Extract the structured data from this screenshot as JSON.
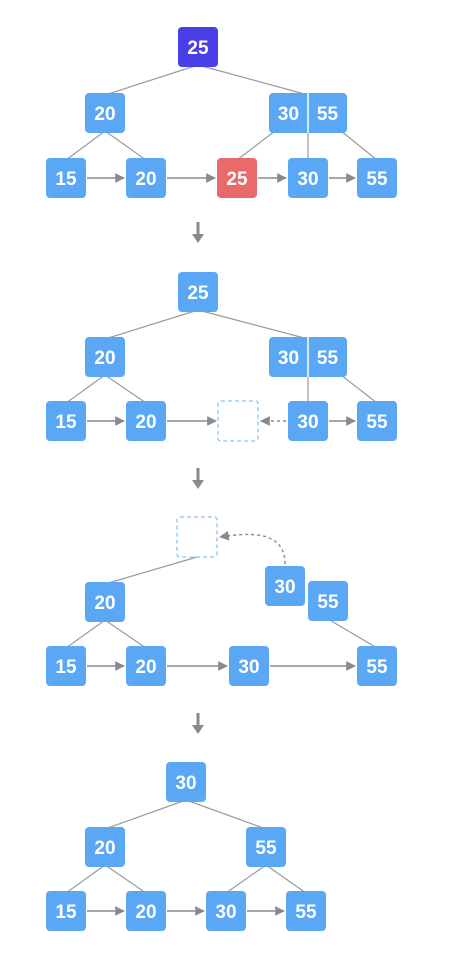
{
  "colors": {
    "node": "#5aa8f5",
    "node_root_highlight": "#4a3fe6",
    "node_delete_highlight": "#e86a6a",
    "edge": "#9a9a9a",
    "arrow": "#8a8a8a",
    "placeholder_border": "#8ec3f2",
    "divider": "#ffffff"
  },
  "icons": {
    "step_arrow": "down-arrow-icon",
    "dashed_arrow": "dashed-curved-arrow-icon"
  },
  "stages": [
    {
      "id": "stage-1",
      "nodes": [
        {
          "id": "s1-root",
          "keys": [
            "25"
          ],
          "style": "root-highlight"
        },
        {
          "id": "s1-left-internal",
          "keys": [
            "20"
          ]
        },
        {
          "id": "s1-right-internal",
          "keys": [
            "30",
            "55"
          ]
        },
        {
          "id": "s1-leaf-15",
          "keys": [
            "15"
          ]
        },
        {
          "id": "s1-leaf-20",
          "keys": [
            "20"
          ]
        },
        {
          "id": "s1-leaf-25",
          "keys": [
            "25"
          ],
          "style": "delete-highlight"
        },
        {
          "id": "s1-leaf-30",
          "keys": [
            "30"
          ]
        },
        {
          "id": "s1-leaf-55",
          "keys": [
            "55"
          ]
        }
      ]
    },
    {
      "id": "stage-2",
      "nodes": [
        {
          "id": "s2-root",
          "keys": [
            "25"
          ]
        },
        {
          "id": "s2-left-internal",
          "keys": [
            "20"
          ]
        },
        {
          "id": "s2-right-internal",
          "keys": [
            "30",
            "55"
          ]
        },
        {
          "id": "s2-leaf-15",
          "keys": [
            "15"
          ]
        },
        {
          "id": "s2-leaf-20",
          "keys": [
            "20"
          ]
        },
        {
          "id": "s2-empty-slot",
          "keys": [],
          "style": "placeholder"
        },
        {
          "id": "s2-leaf-30",
          "keys": [
            "30"
          ]
        },
        {
          "id": "s2-leaf-55",
          "keys": [
            "55"
          ]
        }
      ]
    },
    {
      "id": "stage-3",
      "nodes": [
        {
          "id": "s3-empty-root",
          "keys": [],
          "style": "placeholder"
        },
        {
          "id": "s3-left-internal",
          "keys": [
            "20"
          ]
        },
        {
          "id": "s3-moving-30",
          "keys": [
            "30"
          ]
        },
        {
          "id": "s3-internal-55",
          "keys": [
            "55"
          ]
        },
        {
          "id": "s3-leaf-15",
          "keys": [
            "15"
          ]
        },
        {
          "id": "s3-leaf-20",
          "keys": [
            "20"
          ]
        },
        {
          "id": "s3-leaf-30",
          "keys": [
            "30"
          ]
        },
        {
          "id": "s3-leaf-55",
          "keys": [
            "55"
          ]
        }
      ]
    },
    {
      "id": "stage-4",
      "nodes": [
        {
          "id": "s4-root",
          "keys": [
            "30"
          ]
        },
        {
          "id": "s4-left-internal",
          "keys": [
            "20"
          ]
        },
        {
          "id": "s4-right-internal",
          "keys": [
            "55"
          ]
        },
        {
          "id": "s4-leaf-15",
          "keys": [
            "15"
          ]
        },
        {
          "id": "s4-leaf-20",
          "keys": [
            "20"
          ]
        },
        {
          "id": "s4-leaf-30",
          "keys": [
            "30"
          ]
        },
        {
          "id": "s4-leaf-55",
          "keys": [
            "55"
          ]
        }
      ]
    }
  ]
}
